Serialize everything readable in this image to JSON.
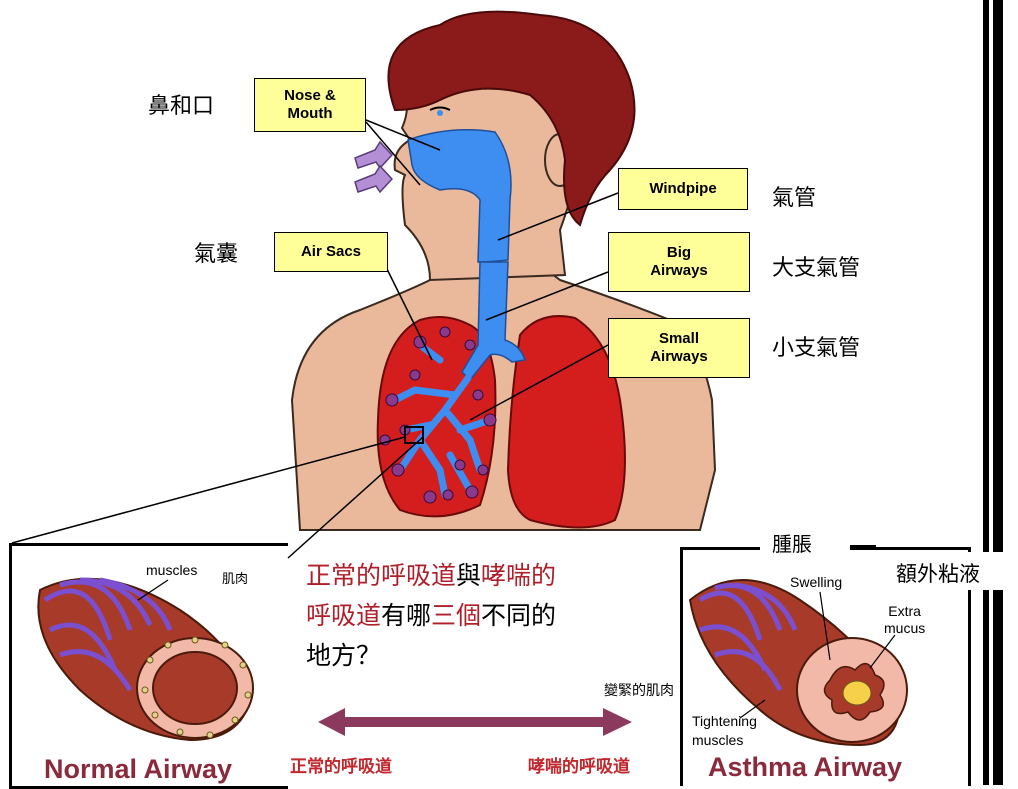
{
  "labels": {
    "nose_mouth": "Nose &\nMouth",
    "windpipe": "Windpipe",
    "air_sacs": "Air Sacs",
    "big_airways": "Big\nAirways",
    "small_airways": "Small\nAirways"
  },
  "chinese_labels": {
    "nose_mouth": "鼻和口",
    "windpipe": "氣管",
    "air_sacs": "氣囊",
    "big_airways": "大支氣管",
    "small_airways": "小支氣管",
    "swelling": "腫脹",
    "extra_mucus": "額外粘液",
    "tightening": "變緊的肌肉",
    "muscles": "肌肉"
  },
  "normal_panel": {
    "muscles": "muscles",
    "title": "Normal Airway"
  },
  "asthma_panel": {
    "swelling": "Swelling",
    "extra_mucus": "Extra\nmucus",
    "tightening": "Tightening\nmuscles",
    "title": "Asthma Airway"
  },
  "question": {
    "p1": "正常的呼吸道",
    "p2": "與",
    "p3": "哮喘的",
    "p4": "呼吸道",
    "p5": "有哪",
    "p6": "三個",
    "p7": "不同的",
    "p8": "地方？"
  },
  "arrow": {
    "left": "正常的呼吸道",
    "right": "哮喘的呼吸道"
  },
  "colors": {
    "hair": "#8b1a1a",
    "skin": "#eab89a",
    "lung": "#d41e1e",
    "airway": "#3d8ef0",
    "label_bg": "#ffff99",
    "title_red": "#8a2a3c",
    "arrow": "#8b3a5e"
  }
}
